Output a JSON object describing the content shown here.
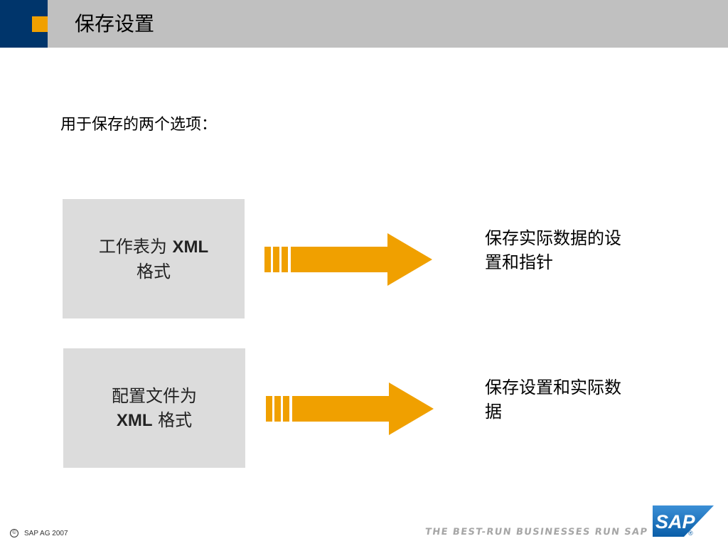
{
  "header": {
    "title": "保存设置"
  },
  "intro": "用于保存的两个选项：",
  "options": [
    {
      "line1_cn": "工作表为 ",
      "line1_latin": "XML",
      "line2_latin": "",
      "line2_cn": "格式"
    },
    {
      "line1_cn": "配置文件为",
      "line1_latin": "",
      "line2_latin": "XML",
      "line2_cn": " 格式"
    }
  ],
  "results": [
    {
      "line1": "保存实际数据的设",
      "line2": "置和指针"
    },
    {
      "line1": "保存设置和实际数",
      "line2": "据"
    }
  ],
  "footer": {
    "copyright": "SAP AG 2007",
    "copyright_symbol": "©",
    "tagline": "THE BEST-RUN BUSINESSES RUN SAP",
    "logo_text": "SAP",
    "logo_registered": "®"
  },
  "colors": {
    "accent": "#f0a000",
    "header_bar": "#c0c0c0",
    "header_block": "#00356b",
    "box_bg": "#dcdcdc",
    "logo_blue": "#0a6ab6"
  }
}
